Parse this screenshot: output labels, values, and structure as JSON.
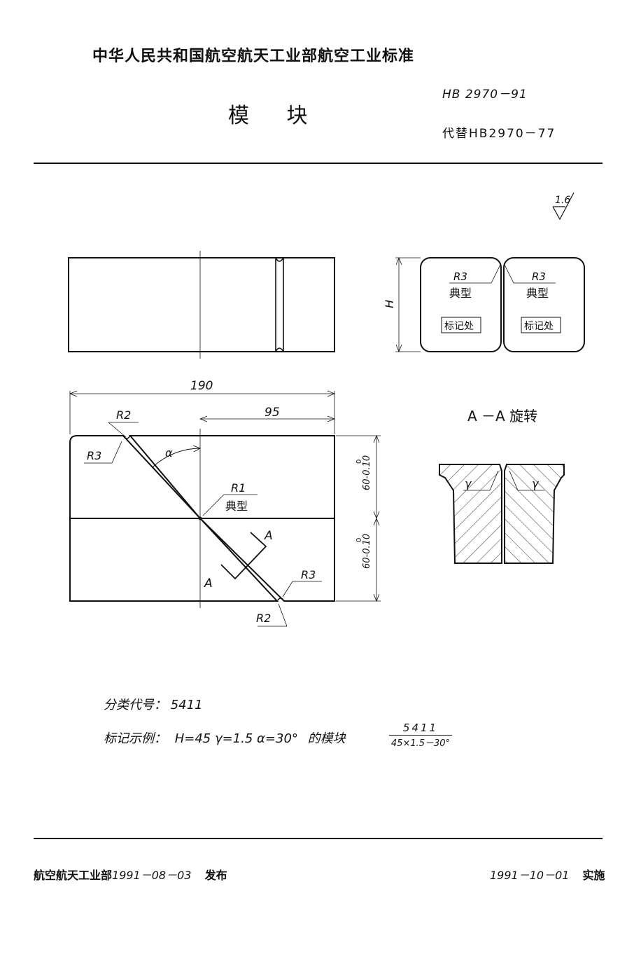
{
  "header": {
    "org": "中华人民共和国航空航天工业部航空工业标准",
    "title": "模 块",
    "std_number": "HB 2970－91",
    "replaces": "代替HB2970－77"
  },
  "drawing": {
    "roughness": "1.6",
    "dim_190": "190",
    "dim_95": "95",
    "r2": "R2",
    "r3": "R3",
    "r1": "R1",
    "typical": "典型",
    "alpha": "α",
    "tol": "60-0.10",
    "tol_upper": "0",
    "section_mark": "A",
    "h_label": "H",
    "mark_place": "标记处",
    "section_title": "A －A 旋转",
    "gamma": "γ"
  },
  "info": {
    "class_label": "分类代号：",
    "class_code": "5411",
    "example_label": "标记示例：",
    "example_params": "H=45   γ=1.5   α=30°",
    "example_suffix": "的模块",
    "frac_num": "5411",
    "frac_den": "45×1.5－30°"
  },
  "footer": {
    "issuer": "航空航天工业部",
    "issue_date": "1991－08－03",
    "issue_word": "发布",
    "impl_date": "1991－10－01",
    "impl_word": "实施"
  }
}
